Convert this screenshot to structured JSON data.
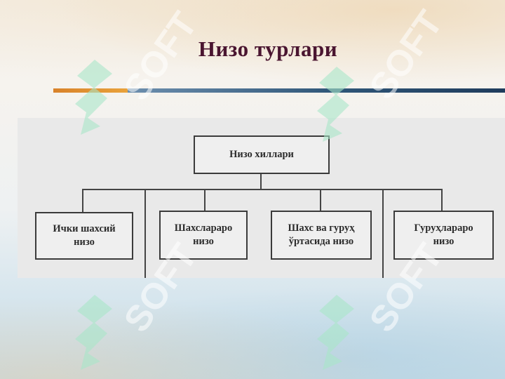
{
  "slide": {
    "title": "Низо турлари"
  },
  "diagram": {
    "root": "Низо хиллари",
    "children": [
      [
        "Ички шахсий",
        "низо"
      ],
      [
        "Шахслараро",
        "низо"
      ],
      [
        "Шахс ва гуруҳ",
        "ўртасида низо"
      ],
      [
        "Гуруҳлараро",
        "низо"
      ]
    ]
  },
  "watermark": {
    "text": "SOFT",
    "icon": "soft-logo-icon"
  },
  "colors": {
    "title": "#4a1530",
    "accent_orange": "#d8822a",
    "accent_blue": "#2f5678",
    "watermark_green": "#a8e6c8"
  }
}
